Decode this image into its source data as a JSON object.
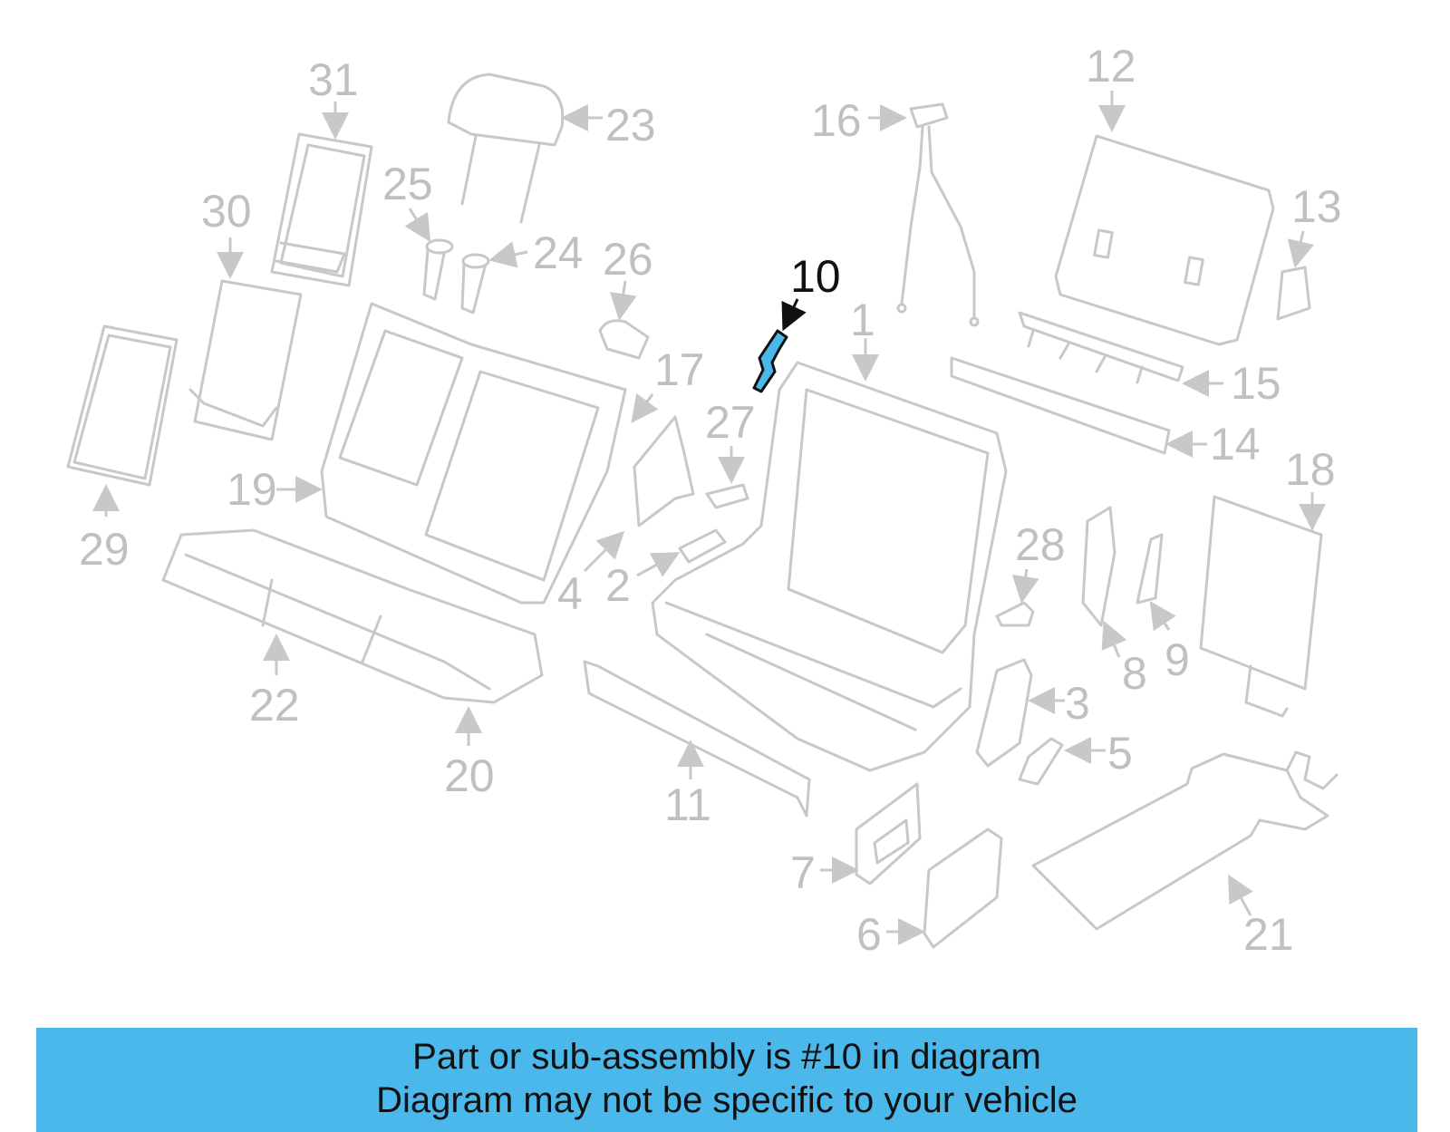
{
  "diagram": {
    "highlighted_part": "10",
    "callouts": [
      "1",
      "2",
      "3",
      "4",
      "5",
      "6",
      "7",
      "8",
      "9",
      "10",
      "11",
      "12",
      "13",
      "14",
      "15",
      "16",
      "17",
      "18",
      "19",
      "20",
      "21",
      "22",
      "23",
      "24",
      "25",
      "26",
      "27",
      "28",
      "29",
      "30",
      "31"
    ],
    "colors": {
      "parts": "#c8c8c8",
      "highlight_fill": "#4bb8ec",
      "highlight_label": "#111111",
      "banner": "#4bb8ec"
    }
  },
  "banner": {
    "line1": "Part or sub-assembly is #10 in diagram",
    "line2": "Diagram may not be specific to your vehicle"
  }
}
